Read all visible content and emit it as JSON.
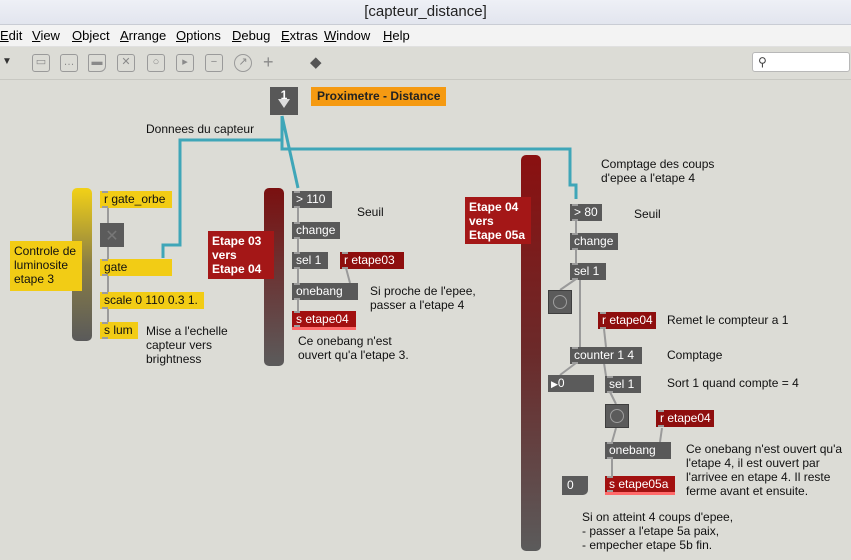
{
  "window": {
    "title": "[capteur_distance]"
  },
  "menu": [
    "Edit",
    "View",
    "Object",
    "Arrange",
    "Options",
    "Debug",
    "Extras",
    "Window",
    "Help"
  ],
  "toolbar": {
    "icons": [
      "dropdown-arrow-icon",
      "presentation-icon",
      "comment-icon",
      "message-icon",
      "toggle-icon",
      "button-icon",
      "number-icon",
      "slider-icon",
      "dial-icon",
      "add-icon",
      "paint-bucket-icon"
    ],
    "search_icon": "magnifier-icon"
  },
  "patch": {
    "inlet_number": "1",
    "proximity_title": "Proximetre - Distance",
    "sensor_data_label": "Donnees du capteur",
    "luminosity_panel": "Controle de\nluminosite\netape 3",
    "gate_receive": "r gate_orbe",
    "gate": "gate",
    "scale": "scale 0 110 0.3 1.",
    "send_lum": "s lum",
    "scale_comment": "Mise a l'echelle\ncapteur vers\nbrightness",
    "stage03_panel": "Etape 03\nvers\nEtape 04",
    "gt110": "> 110",
    "change1": "change",
    "sel1_a": "sel 1",
    "receive_etape03": "r etape03",
    "onebang1": "onebang",
    "send_etape04": "s etape04",
    "seuil1": "Seuil",
    "near_sword": "Si proche de l'epee,\npasser a l'etape 4",
    "onebang_comment1": "Ce onebang n'est\nouvert qu'a l'etape 3.",
    "stage04_panel": "Etape 04\nvers\nEtape 05a",
    "count_hits": "Comptage des coups\nd'epee a l'etape 4",
    "gt80": "> 80",
    "seuil2": "Seuil",
    "change2": "change",
    "sel1_b": "sel 1",
    "receive_etape04_a": "r etape04",
    "reset_counter": "Remet le compteur a 1",
    "counter": "counter 1 4",
    "counting": "Comptage",
    "number_value": "0",
    "sel1_c": "sel 1",
    "out_when_4": "Sort 1 quand compte = 4",
    "receive_etape04_b": "r etape04",
    "onebang2": "onebang",
    "onebang_comment2": "Ce onebang n'est ouvert qu'a\nl'etape 4, il est ouvert par\nl'arrivee en etape 4. Il reste\nferme avant et ensuite.",
    "message_zero": "0",
    "send_etape05a": "s etape05a",
    "final_comment": "Si on atteint 4 coups d'epee,\n- passer a l'etape 5a paix,\n- empecher etape 5b fin."
  },
  "colors": {
    "canvas": "#dcdcd6",
    "object": "#595959",
    "wire": "#3fa6b8",
    "yellow": "#f2cc15",
    "red_panel": "#a41717",
    "orange": "#f59a12"
  }
}
